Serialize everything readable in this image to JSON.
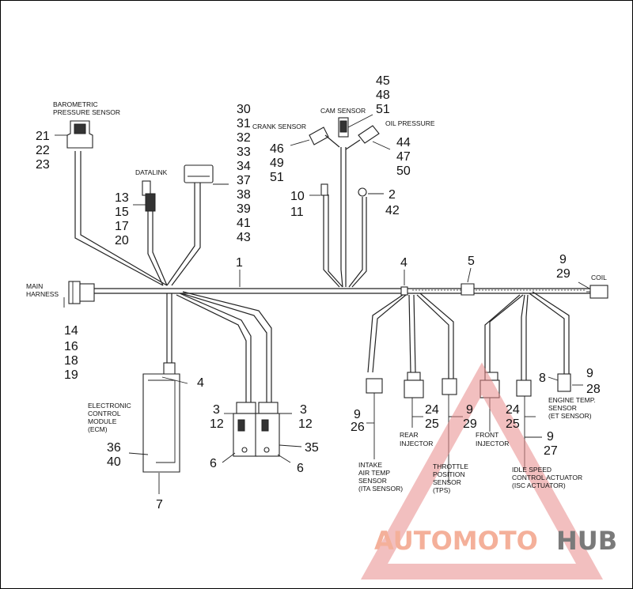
{
  "callouts": {
    "bp_nums": [
      "21",
      "22",
      "23"
    ],
    "dl_nums": [
      "13",
      "15",
      "17",
      "20"
    ],
    "col_nums": [
      "30",
      "31",
      "32",
      "33",
      "34",
      "37",
      "38",
      "39",
      "41",
      "43"
    ],
    "cs_nums": [
      "46",
      "49",
      "51"
    ],
    "cam_nums": [
      "45",
      "48",
      "51"
    ],
    "oil_nums": [
      "44",
      "47",
      "50"
    ],
    "n10_nums": [
      "10",
      "11"
    ],
    "n2_nums": [
      "2",
      "42"
    ],
    "n1": "1",
    "n4_top": "4",
    "n5": "5",
    "coil_nums": [
      "9",
      "29"
    ],
    "mh_nums": [
      "14",
      "16",
      "18",
      "19"
    ],
    "n4_ecm": "4",
    "ecm_nums": [
      "36",
      "40"
    ],
    "n7": "7",
    "relay_l": [
      "3",
      "12"
    ],
    "relay_r": [
      "3",
      "12"
    ],
    "n6_l": "6",
    "n6_r": "6",
    "n35": "35",
    "iat_nums": [
      "9",
      "26"
    ],
    "inj_r_nums": [
      "24",
      "25"
    ],
    "tps_nums": [
      "9",
      "29"
    ],
    "inj_f_nums": [
      "24",
      "25"
    ],
    "isc_nums": [
      "9",
      "27"
    ],
    "et_nums": [
      "8",
      "9",
      "28"
    ]
  },
  "labels": {
    "barometric": [
      "BAROMETRIC",
      "PRESSURE SENSOR"
    ],
    "datalink": "DATALINK",
    "crank_sensor": "CRANK SENSOR",
    "cam_sensor": "CAM SENSOR",
    "oil_pressure": "OIL PRESSURE",
    "coil": "COIL",
    "main_harness": [
      "MAIN",
      "HARNESS"
    ],
    "ecm": [
      "ELECTRONIC",
      "CONTROL",
      "MODULE",
      "(ECM)"
    ],
    "iat": [
      "INTAKE",
      "AIR TEMP",
      "SENSOR",
      "(ITA SENSOR)"
    ],
    "rear_injector": [
      "REAR",
      "INJECTOR"
    ],
    "tps": [
      "THROTTLE",
      "POSITION",
      "SENSOR",
      "(TPS)"
    ],
    "front_injector": [
      "FRONT",
      "INJECTOR"
    ],
    "isc": [
      "IDLE SPEED",
      "CONTROL ACTUATOR",
      "(ISC ACTUATOR)"
    ],
    "et": [
      "ENGINE TEMP.",
      "SENSOR",
      "(ET SENSOR)"
    ]
  },
  "watermark": {
    "part1": "AUTOMOTO",
    "part2": "HUB",
    "color_orange": "#f4b09a",
    "color_gray": "#7a7a7a",
    "triangle_color": "#e88a8a"
  }
}
